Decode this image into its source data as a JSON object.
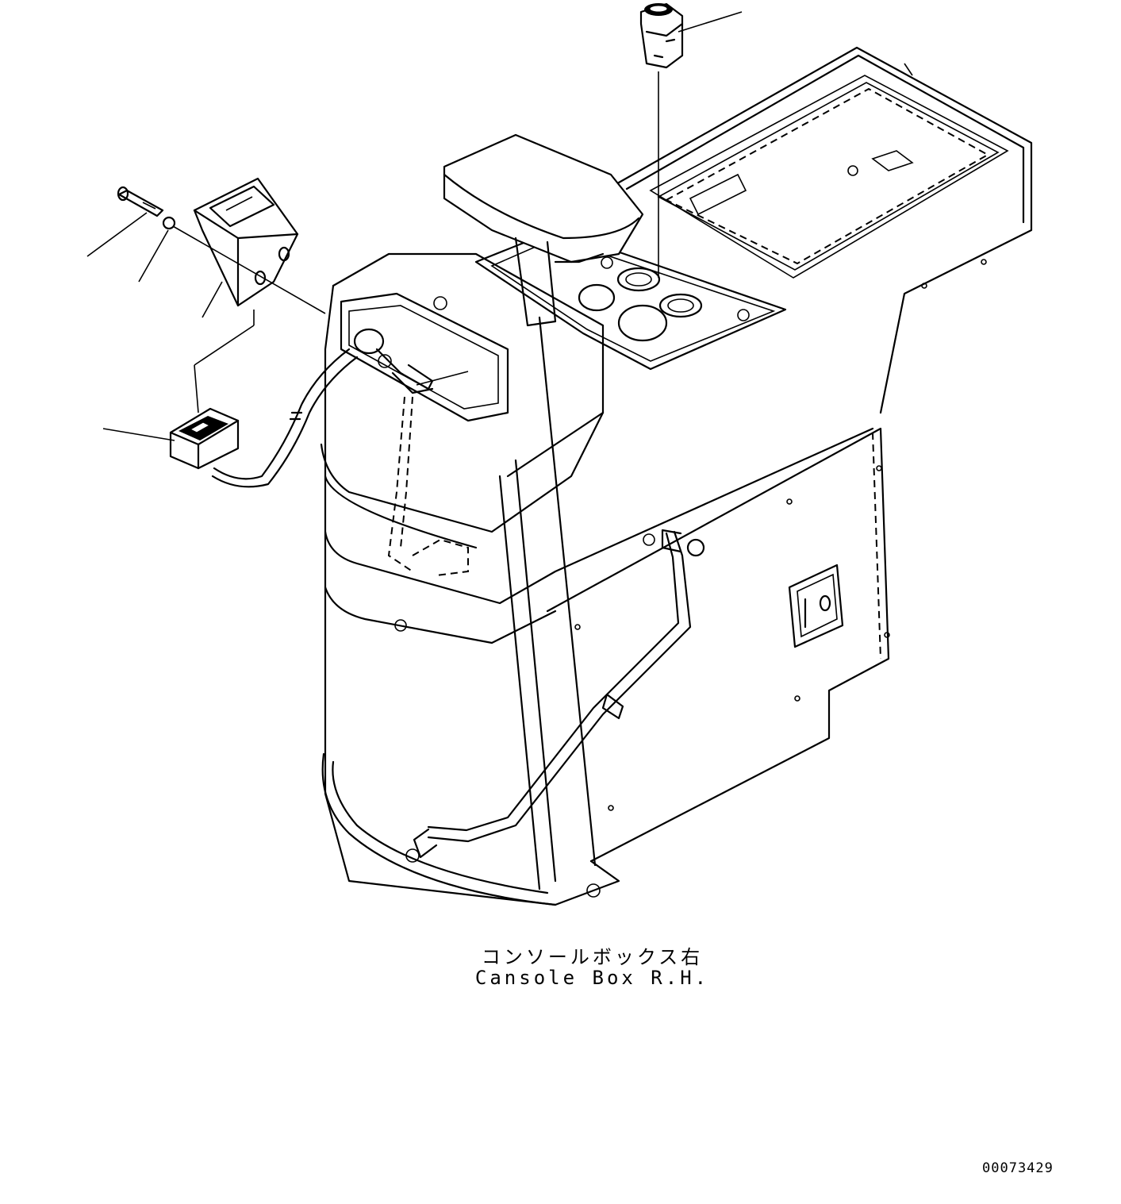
{
  "caption": {
    "japanese": "コンソールボックス右",
    "english": "Cansole Box R.H."
  },
  "drawing_number": "00073429",
  "colors": {
    "line": "#000000",
    "background": "#ffffff"
  }
}
